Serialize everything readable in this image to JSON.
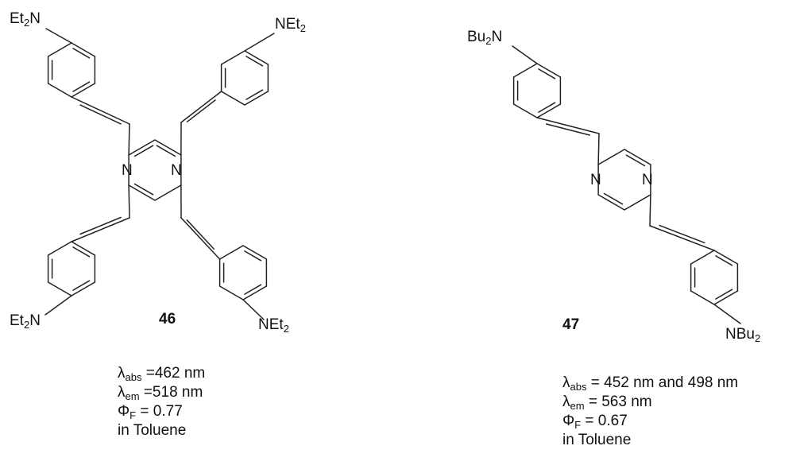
{
  "compound_46": {
    "number": "46",
    "substituent_main": "Et",
    "substituent_sub": "2",
    "substituent_N": "N",
    "ring_N": "N",
    "properties": {
      "abs_symbol": "λ",
      "abs_sub": "abs",
      "abs_value": " =462 nm",
      "em_symbol": "λ",
      "em_sub": "em",
      "em_value": " =518 nm",
      "phi_symbol": "Φ",
      "phi_sub": "F",
      "phi_value": " = 0.77",
      "solvent": "in Toluene"
    }
  },
  "compound_47": {
    "number": "47",
    "substituent_main": "Bu",
    "substituent_sub": "2",
    "substituent_N": "N",
    "ring_N": "N",
    "properties": {
      "abs_symbol": "λ",
      "abs_sub": "abs",
      "abs_value": " = 452 nm and 498 nm",
      "em_symbol": "λ",
      "em_sub": "em",
      "em_value": " = 563 nm",
      "phi_symbol": "Φ",
      "phi_sub": "F",
      "phi_value": " = 0.67",
      "solvent": "in Toluene"
    }
  }
}
